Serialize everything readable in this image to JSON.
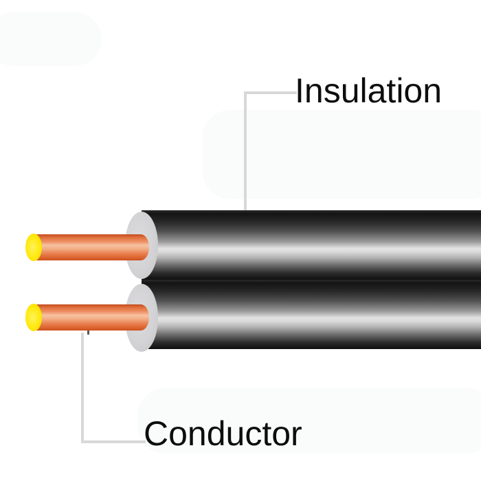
{
  "diagram": {
    "type": "labeled-product-diagram",
    "subject": "two-core parallel wire (zip cord) with stripped copper conductors",
    "labels": {
      "insulation": "Insulation",
      "conductor": "Conductor"
    },
    "parts": [
      {
        "name": "insulation",
        "label": "Insulation",
        "description": "black outer insulation cylinder, two parallel cores"
      },
      {
        "name": "conductor",
        "label": "Conductor",
        "description": "copper conductor with yellow cut face, exposed at left end"
      }
    ]
  },
  "colors": {
    "background": "#ffffff",
    "label_text": "#0d0d0d",
    "leader_line": "#d8d8d8",
    "insulation_dark": "#141414",
    "insulation_highlight": "#e3e3e3",
    "insulation_end_cap": "#d3d3d5",
    "conductor_copper": "#e0703c",
    "conductor_copper_highlight": "#f7c2a2",
    "conductor_tip_yellow": "#ffe90d"
  }
}
